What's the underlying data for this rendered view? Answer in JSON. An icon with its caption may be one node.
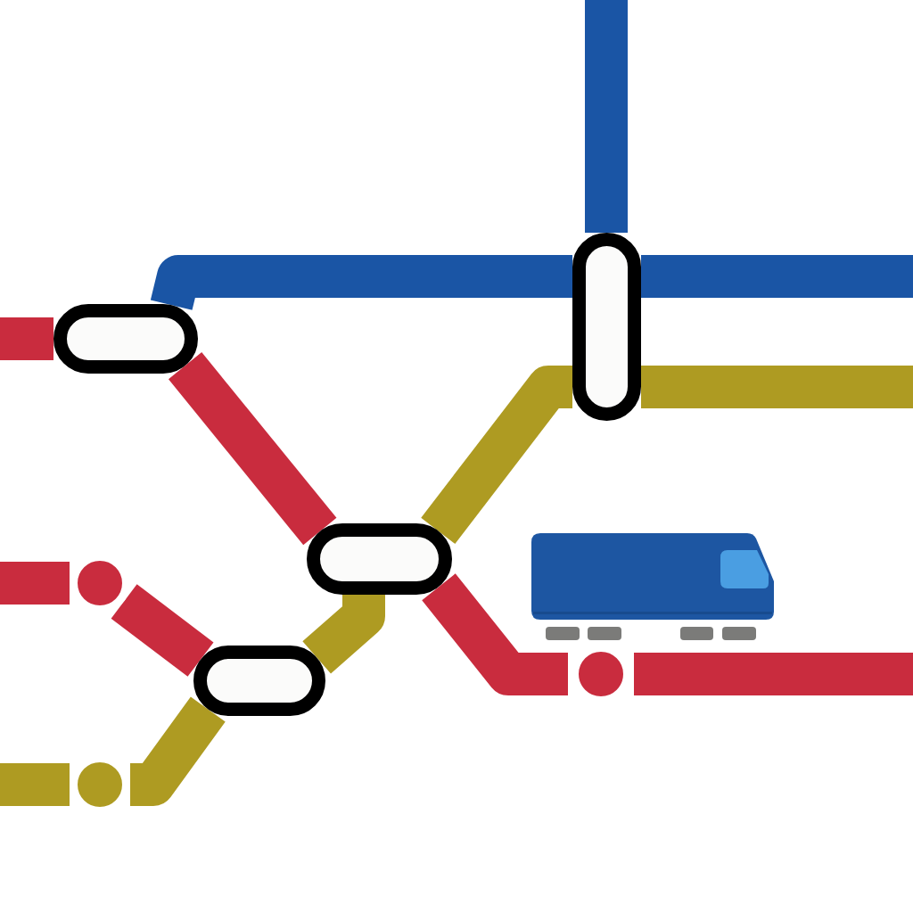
{
  "diagram": {
    "nodes": [
      {
        "text": [],
        "shape": "pill"
      },
      {
        "text": [],
        "shape": "pill"
      },
      {
        "text": [],
        "shape": "pill"
      },
      {
        "text": [],
        "shape": "pill"
      },
      {
        "text": [],
        "shape": "circle"
      },
      {
        "text": [],
        "shape": "circle"
      },
      {
        "text": [],
        "shape": "circle"
      }
    ],
    "edges": [
      {
        "from": null,
        "to": 0,
        "arrow": "none",
        "color": "#c92c3e"
      },
      {
        "from": 0,
        "to": 2,
        "arrow": "none",
        "color": "#c92c3e"
      },
      {
        "from": 2,
        "to": 6,
        "arrow": "none",
        "color": "#c92c3e"
      },
      {
        "from": 6,
        "to": null,
        "arrow": "none",
        "color": "#c92c3e"
      },
      {
        "from": null,
        "to": 4,
        "arrow": "none",
        "color": "#c92c3e"
      },
      {
        "from": 4,
        "to": 3,
        "arrow": "none",
        "color": "#c92c3e"
      },
      {
        "from": null,
        "to": 5,
        "arrow": "none",
        "color": "#ae9b22"
      },
      {
        "from": 5,
        "to": 3,
        "arrow": "none",
        "color": "#ae9b22"
      },
      {
        "from": 3,
        "to": 2,
        "arrow": "none",
        "color": "#ae9b22"
      },
      {
        "from": 2,
        "to": 1,
        "arrow": "none",
        "color": "#ae9b22"
      },
      {
        "from": 1,
        "to": null,
        "arrow": "none",
        "color": "#ae9b22"
      },
      {
        "from": 0,
        "to": 1,
        "arrow": "none",
        "color": "#1a55a5"
      },
      {
        "from": 1,
        "to": null,
        "arrow": "none",
        "color": "#1a55a5"
      },
      {
        "from": null,
        "to": 1,
        "arrow": "none",
        "color": "#1a55a5"
      }
    ]
  }
}
